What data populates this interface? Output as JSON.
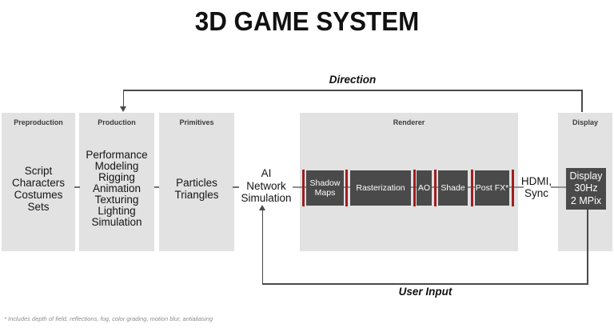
{
  "title": "3D GAME SYSTEM",
  "arrows": {
    "direction_label": "Direction",
    "user_input_label": "User Input"
  },
  "stages": {
    "preproduction": {
      "label": "Preproduction",
      "items": [
        "Script",
        "Characters",
        "Costumes",
        "Sets"
      ]
    },
    "production": {
      "label": "Production",
      "items": [
        "Performance",
        "Modeling",
        "Rigging",
        "Animation",
        "Texturing",
        "Lighting",
        "Simulation"
      ]
    },
    "primitives": {
      "label": "Primitives",
      "items": [
        "Particles",
        "Triangles"
      ]
    },
    "ai_sim": {
      "lines": [
        "AI",
        "Network",
        "Simulation"
      ]
    },
    "renderer": {
      "label": "Renderer",
      "blocks": [
        "Shadow Maps",
        "Rasterization",
        "AO",
        "Shade",
        "Post FX*"
      ]
    },
    "hdmi": {
      "lines": [
        "HDMI,",
        "Sync"
      ]
    },
    "display": {
      "label": "Display",
      "box_lines": [
        "Display",
        "30Hz",
        "2 MPix"
      ]
    }
  },
  "footnote": "* Includes depth of field, reflections, fog, color grading, motion blur, antialiasing",
  "colors": {
    "stage_bg": "#e2e2e2",
    "block_bg": "#4a4a4a",
    "accent_red": "#a11d21",
    "connector_gray": "#909090",
    "arrow_gray": "#4a4a4a"
  }
}
